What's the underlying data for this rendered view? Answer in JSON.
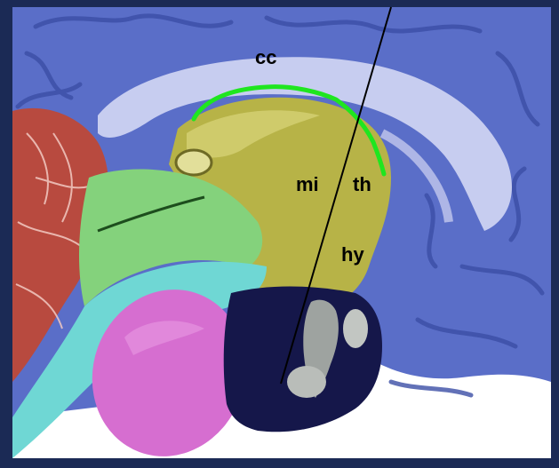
{
  "labels": {
    "cc": "cc",
    "mi": "mi",
    "th": "th",
    "hy": "hy"
  },
  "colors": {
    "background_border": "#1b2a55",
    "cortex_blue": "#5a6ec8",
    "corpus_callosum": "#c7cdf0",
    "thalamus_olive": "#b7b347",
    "midbrain_green": "#84d27c",
    "pons_cyan": "#6fd7d4",
    "cerebellum_red": "#b84a3f",
    "pituitary_pink": "#d66ed0",
    "brainstem_navy": "#15174a",
    "highlight_line": "#1fe61f",
    "pointer_line": "#000000",
    "white_bg": "#ffffff"
  }
}
